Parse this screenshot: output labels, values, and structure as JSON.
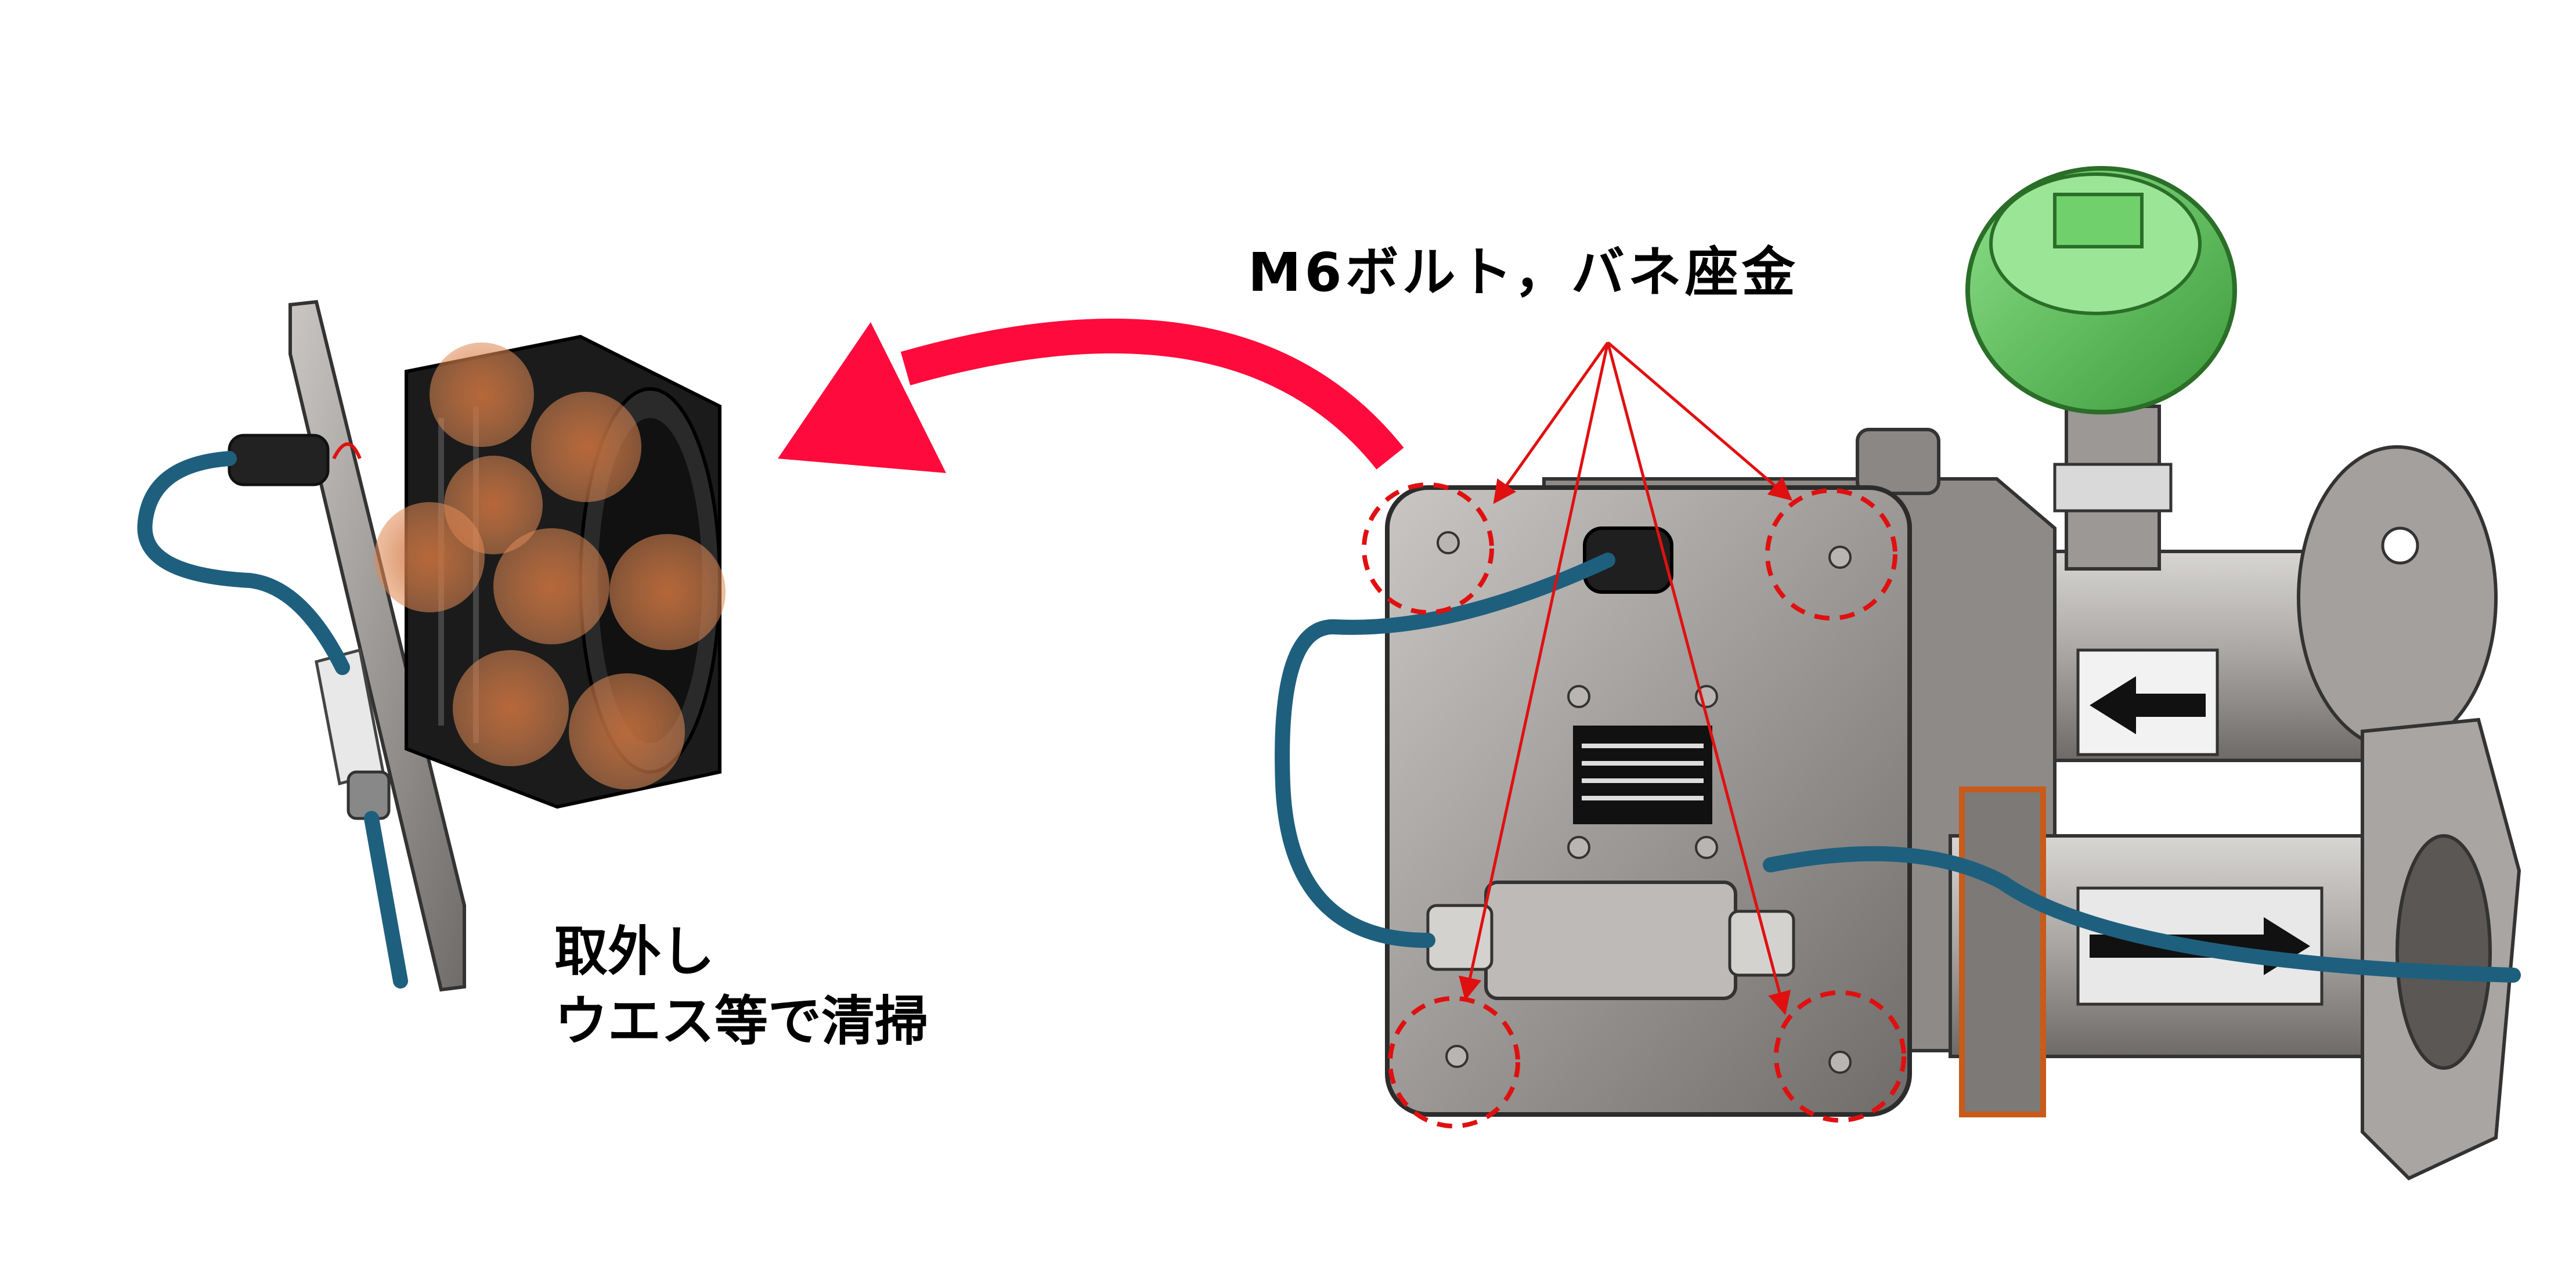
{
  "labels": {
    "bolt_callout": "M6ボルト，バネ座金",
    "remove_line1": "取外し",
    "remove_line2": "ウエス等で清掃"
  },
  "colors": {
    "background": "#ffffff",
    "arrow": "#ff0a3c",
    "callout": "#e01010",
    "cable": "#1e5f7e",
    "body_metal": "#9a9795",
    "terminal_head": "#5cc85a",
    "deposit": "#c8703c"
  },
  "icons": {
    "removal_arrow": "curved-arrow-left",
    "bolt_marker": "dashed-circle"
  }
}
